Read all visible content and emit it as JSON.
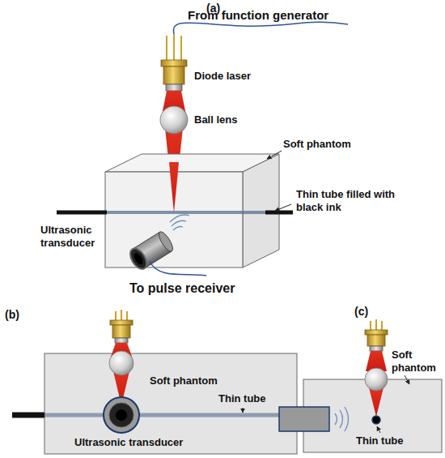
{
  "diagram": {
    "labels": [
      "(a)",
      "From function generator",
      "Diode laser",
      "Ball lens",
      "Soft phantom",
      "Thin tube filled with black ink",
      "Ultrasonic transducer",
      "To pulse receiver",
      "(b)",
      "Soft phantom",
      "Thin tube",
      "Ultrasonic transducer",
      "(c)",
      "Soft phantom",
      "Thin tube"
    ]
  }
}
